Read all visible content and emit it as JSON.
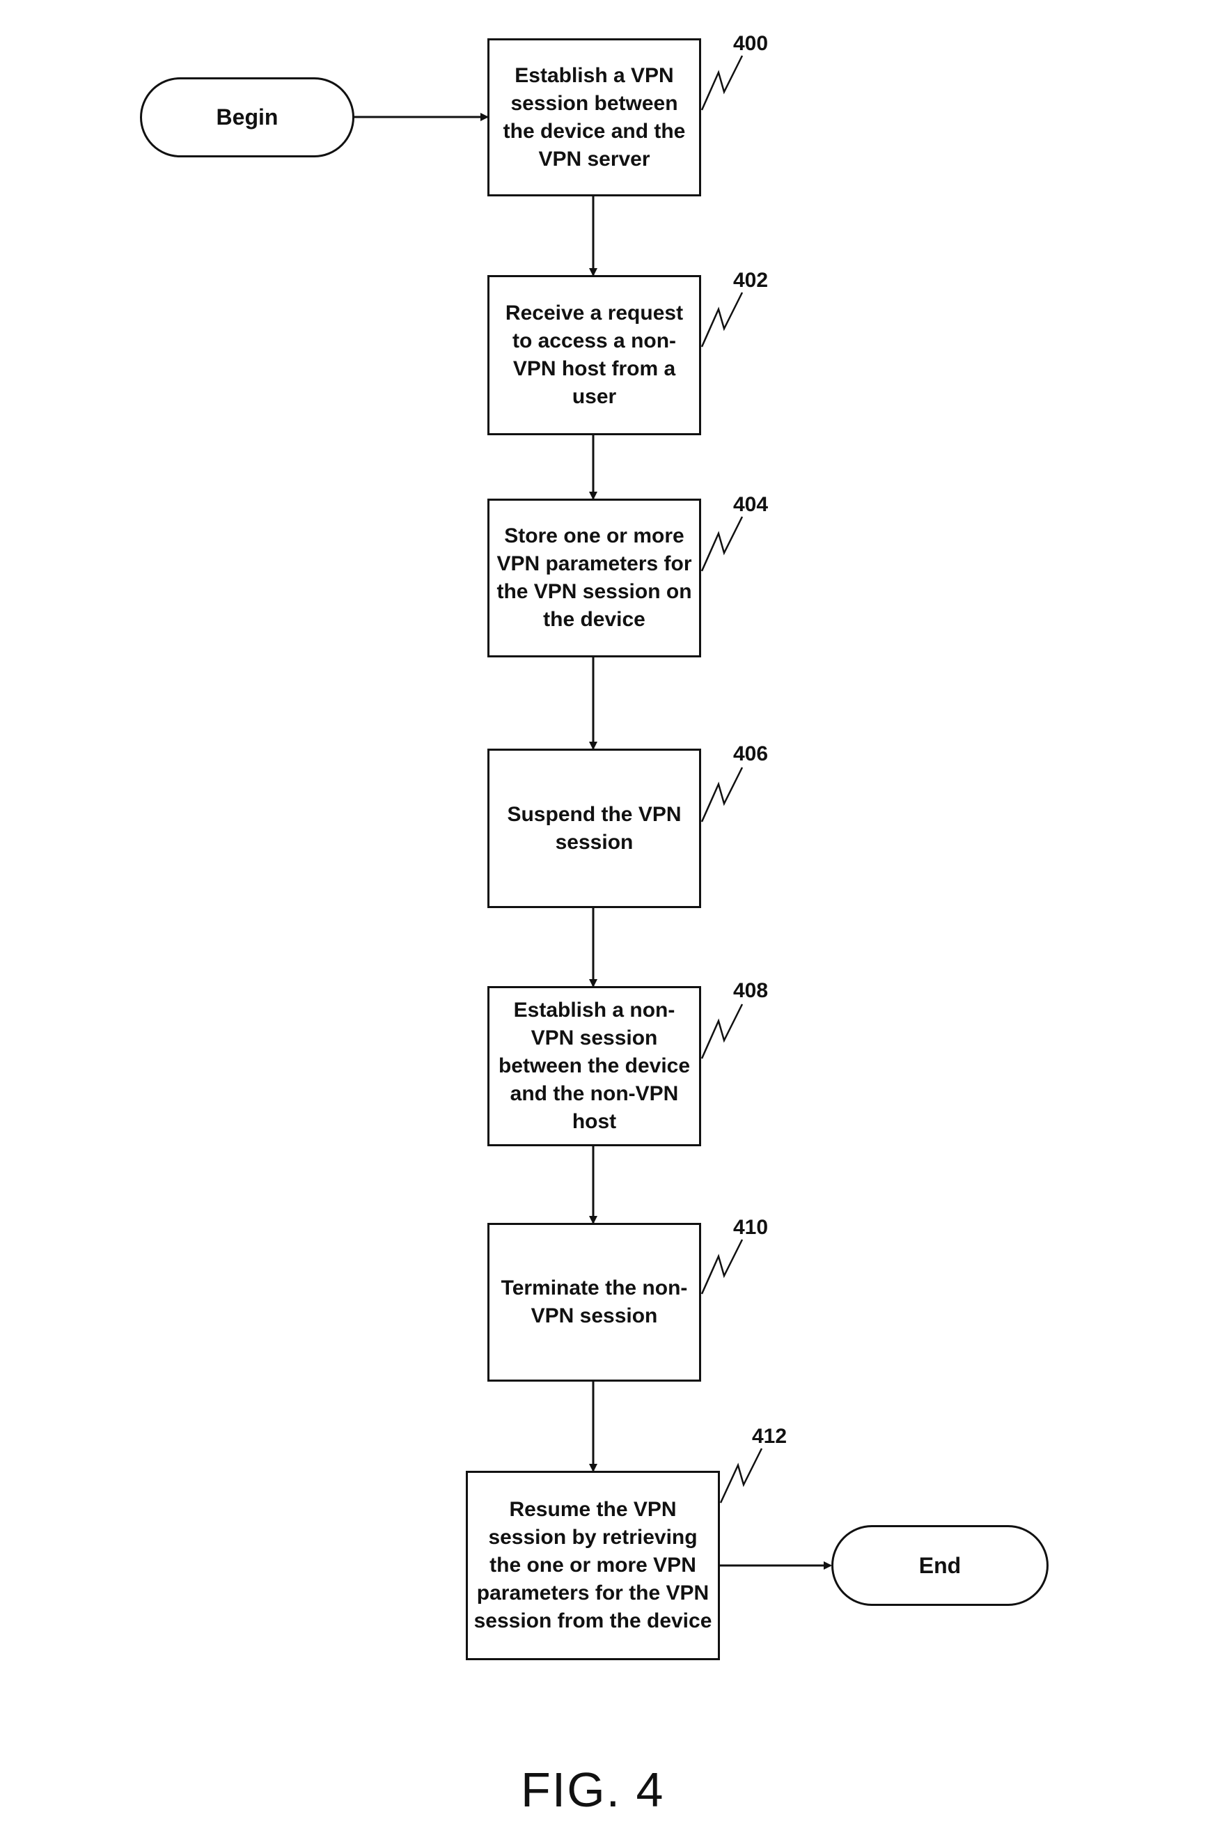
{
  "figure": {
    "label": "FIG. 4"
  },
  "terminals": {
    "begin": "Begin",
    "end": "End"
  },
  "steps": [
    {
      "ref": "400",
      "text": "Establish a VPN session between the device and the VPN server"
    },
    {
      "ref": "402",
      "text": "Receive a request to access a non-VPN host from a user"
    },
    {
      "ref": "404",
      "text": "Store one or more VPN parameters for the VPN session on the device"
    },
    {
      "ref": "406",
      "text": "Suspend the VPN session"
    },
    {
      "ref": "408",
      "text": "Establish a non-VPN session between the device and the non-VPN host"
    },
    {
      "ref": "410",
      "text": "Terminate the non-VPN session"
    },
    {
      "ref": "412",
      "text": "Resume the VPN session by retrieving the one or more VPN parameters for the VPN session from the device"
    }
  ]
}
